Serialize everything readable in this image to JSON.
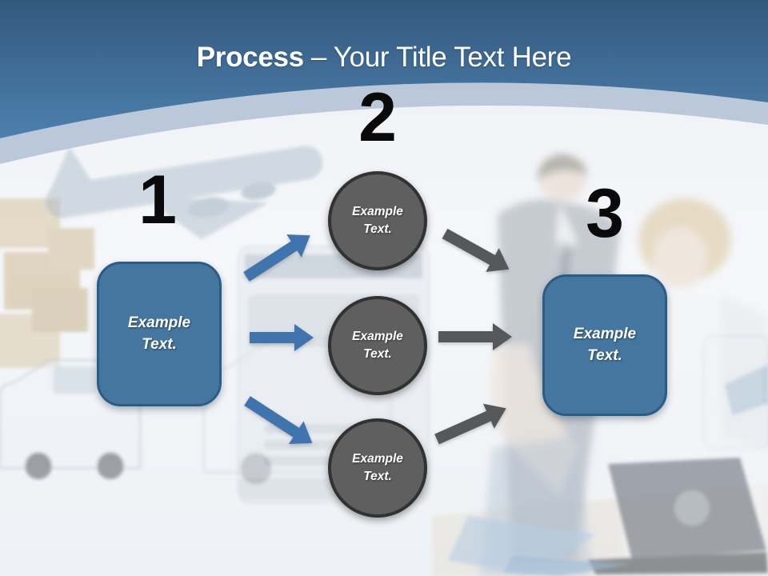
{
  "title": {
    "prefix": "Process",
    "rest": "– Your Title Text Here"
  },
  "diagram": {
    "source": {
      "number": "1",
      "label": "Example Text."
    },
    "middle": {
      "number": "2",
      "items": [
        {
          "label": "Example Text."
        },
        {
          "label": "Example Text."
        },
        {
          "label": "Example Text."
        }
      ]
    },
    "target": {
      "number": "3",
      "label": "Example Text."
    }
  },
  "colors": {
    "header-top": "#33587d",
    "header-bottom": "#4d80ae",
    "band": "#b2c0d3",
    "box-blue": "#44769f",
    "box-blue-border": "#2b5c84",
    "circle-gray": "#5f5f5f",
    "circle-border": "#323232",
    "arrow-blue": "#3f74ad",
    "arrow-gray": "#57585a",
    "number-color": "#0a0a0a",
    "title-color": "#ffffff"
  }
}
